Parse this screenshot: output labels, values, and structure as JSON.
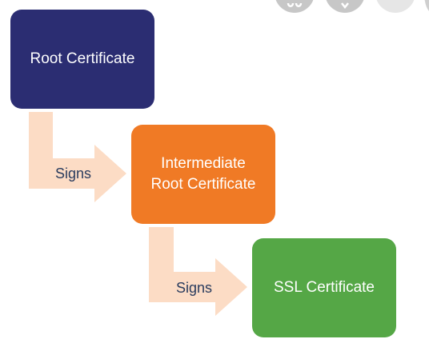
{
  "diagram": {
    "nodes": [
      {
        "id": "root",
        "label": "Root Certificate",
        "color": "#2b2d72"
      },
      {
        "id": "intermediate",
        "label": "Intermediate\nRoot Certificate",
        "color": "#f07a25"
      },
      {
        "id": "ssl",
        "label": "SSL Certificate",
        "color": "#55a746"
      }
    ],
    "edges": [
      {
        "from": "root",
        "to": "intermediate",
        "label": "Signs"
      },
      {
        "from": "intermediate",
        "to": "ssl",
        "label": "Signs"
      }
    ],
    "arrow_color": "#fcdcc5"
  },
  "top_controls": [
    {
      "icon": "link-icon"
    },
    {
      "icon": "chevron-down-icon"
    },
    {
      "icon": "blank-icon"
    },
    {
      "icon": "partial-icon"
    }
  ]
}
